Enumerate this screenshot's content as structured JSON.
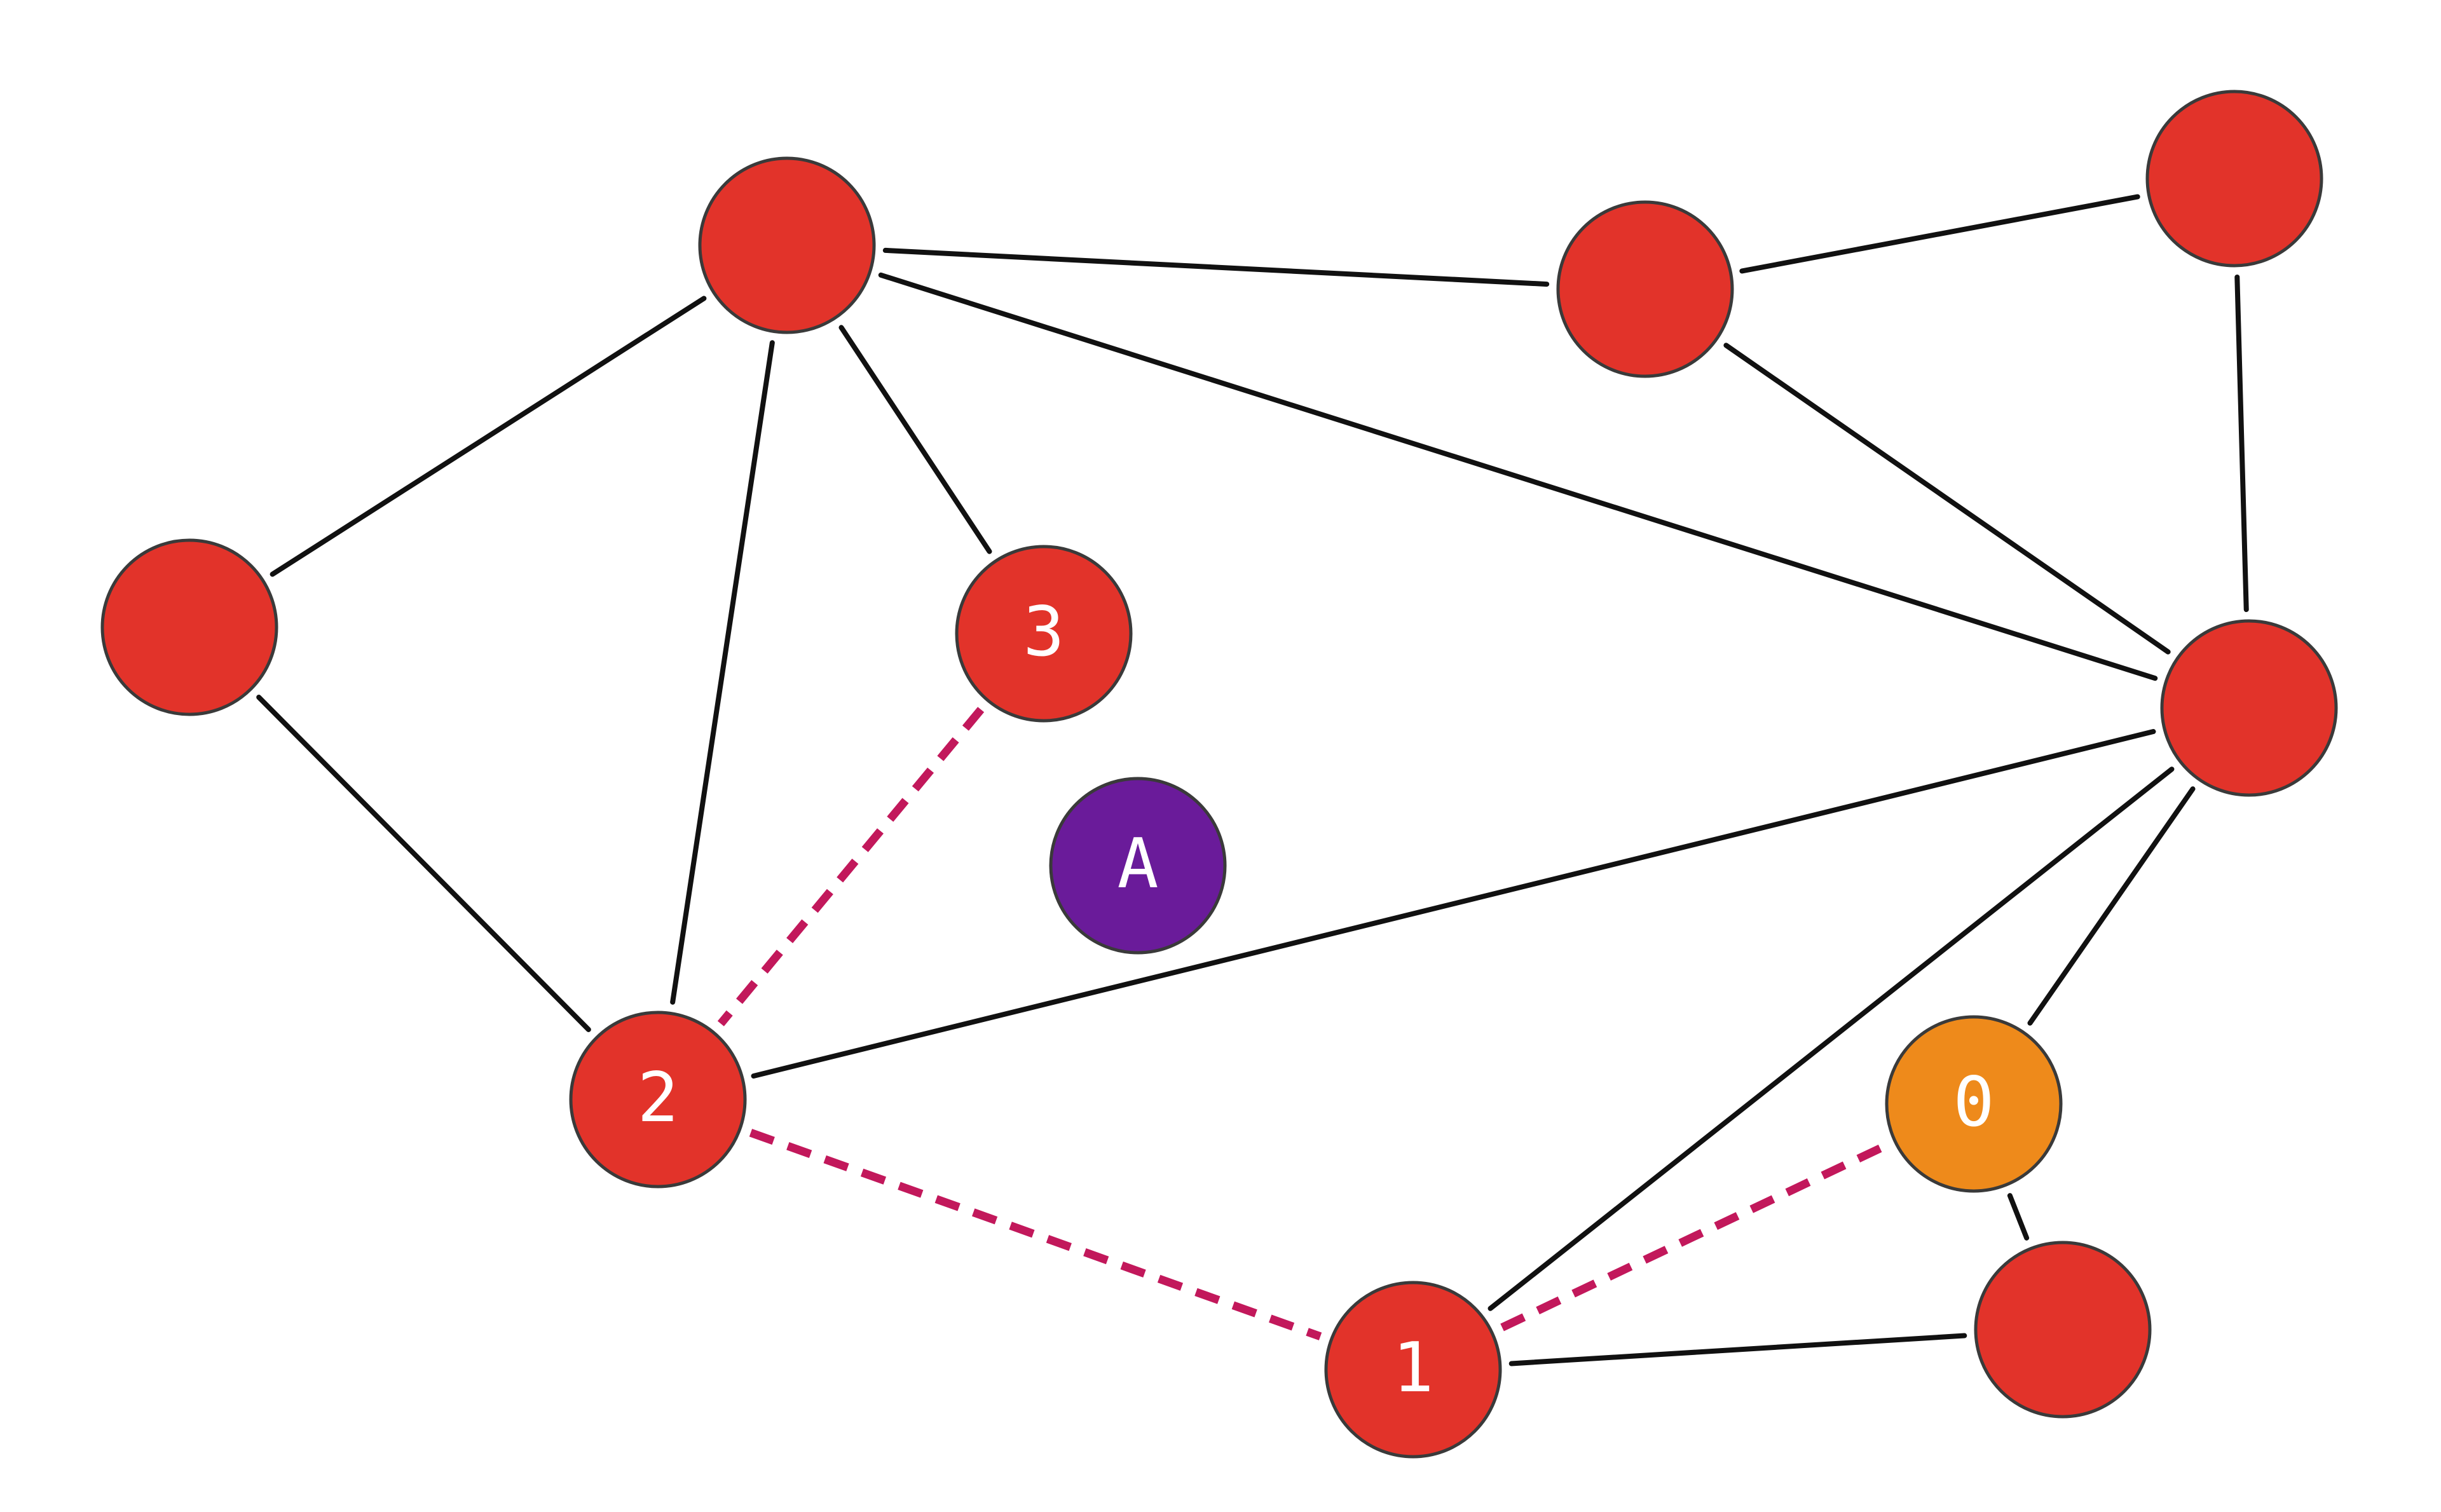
{
  "colors": {
    "node_default": "#e2332a",
    "node_start": "#ee8a1b",
    "node_target": "#6a1b9a",
    "path_edge": "#c2185b",
    "edge": "#111111"
  },
  "nodes": [
    {
      "id": "n-top-left",
      "label": "",
      "kind": "default"
    },
    {
      "id": "n-top-mid",
      "label": "",
      "kind": "default"
    },
    {
      "id": "n-top-right",
      "label": "",
      "kind": "default"
    },
    {
      "id": "n-left",
      "label": "",
      "kind": "default"
    },
    {
      "id": "n-3",
      "label": "3",
      "kind": "default"
    },
    {
      "id": "n-right",
      "label": "",
      "kind": "default"
    },
    {
      "id": "n-A",
      "label": "A",
      "kind": "target"
    },
    {
      "id": "n-2",
      "label": "2",
      "kind": "default"
    },
    {
      "id": "n-0",
      "label": "0",
      "kind": "start"
    },
    {
      "id": "n-bottom-right",
      "label": "",
      "kind": "default"
    },
    {
      "id": "n-1",
      "label": "1",
      "kind": "default"
    }
  ],
  "edges": [
    {
      "from": "n-top-left",
      "to": "n-left",
      "style": "solid"
    },
    {
      "from": "n-top-left",
      "to": "n-2",
      "style": "solid"
    },
    {
      "from": "n-top-left",
      "to": "n-3",
      "style": "solid"
    },
    {
      "from": "n-top-left",
      "to": "n-top-mid",
      "style": "solid"
    },
    {
      "from": "n-top-left",
      "to": "n-right",
      "style": "solid"
    },
    {
      "from": "n-top-mid",
      "to": "n-top-right",
      "style": "solid"
    },
    {
      "from": "n-top-mid",
      "to": "n-right",
      "style": "solid"
    },
    {
      "from": "n-top-right",
      "to": "n-right",
      "style": "solid"
    },
    {
      "from": "n-left",
      "to": "n-2",
      "style": "solid"
    },
    {
      "from": "n-2",
      "to": "n-right",
      "style": "solid"
    },
    {
      "from": "n-right",
      "to": "n-1",
      "style": "solid"
    },
    {
      "from": "n-right",
      "to": "n-0",
      "style": "solid"
    },
    {
      "from": "n-0",
      "to": "n-bottom-right",
      "style": "solid"
    },
    {
      "from": "n-1",
      "to": "n-bottom-right",
      "style": "solid"
    },
    {
      "from": "n-3",
      "to": "n-2",
      "style": "dashed"
    },
    {
      "from": "n-2",
      "to": "n-1",
      "style": "dashed"
    },
    {
      "from": "n-1",
      "to": "n-0",
      "style": "dashed"
    }
  ]
}
